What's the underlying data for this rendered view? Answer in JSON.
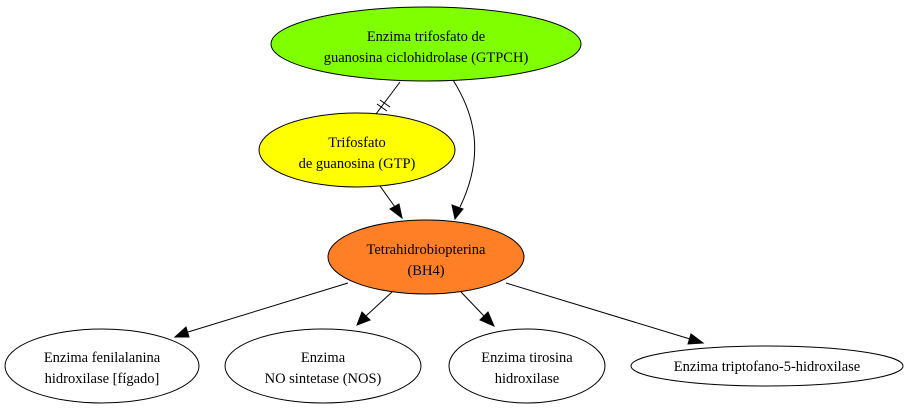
{
  "diagram": {
    "nodes": {
      "gtpch": {
        "lines": [
          "Enzima trifosfato de",
          "guanosina ciclohidrolase (GTPCH)"
        ],
        "fill": "#7fff00"
      },
      "gtp": {
        "lines": [
          "Trifosfato",
          "de guanosina (GTP)"
        ],
        "fill": "#ffff00"
      },
      "bh4": {
        "lines": [
          "Tetrahidrobiopterina",
          "(BH4)"
        ],
        "fill": "#ff7f27"
      },
      "pah": {
        "lines": [
          "Enzima fenilalanina",
          "hidroxilase [fígado]"
        ],
        "fill": "#ffffff"
      },
      "nos": {
        "lines": [
          "Enzima",
          "NO sintetase (NOS)"
        ],
        "fill": "#ffffff"
      },
      "th": {
        "lines": [
          "Enzima tirosina",
          "hidroxilase"
        ],
        "fill": "#ffffff"
      },
      "tph": {
        "lines": [
          "Enzima triptofano-5-hidroxilase"
        ],
        "fill": "#ffffff"
      }
    },
    "edges": [
      {
        "from": "gtpch",
        "to": "gtp",
        "style": "tee-inhibition"
      },
      {
        "from": "gtpch",
        "to": "bh4",
        "style": "arrow"
      },
      {
        "from": "gtp",
        "to": "bh4",
        "style": "arrow"
      },
      {
        "from": "bh4",
        "to": "pah",
        "style": "arrow"
      },
      {
        "from": "bh4",
        "to": "nos",
        "style": "arrow"
      },
      {
        "from": "bh4",
        "to": "th",
        "style": "arrow"
      },
      {
        "from": "bh4",
        "to": "tph",
        "style": "arrow"
      }
    ]
  }
}
